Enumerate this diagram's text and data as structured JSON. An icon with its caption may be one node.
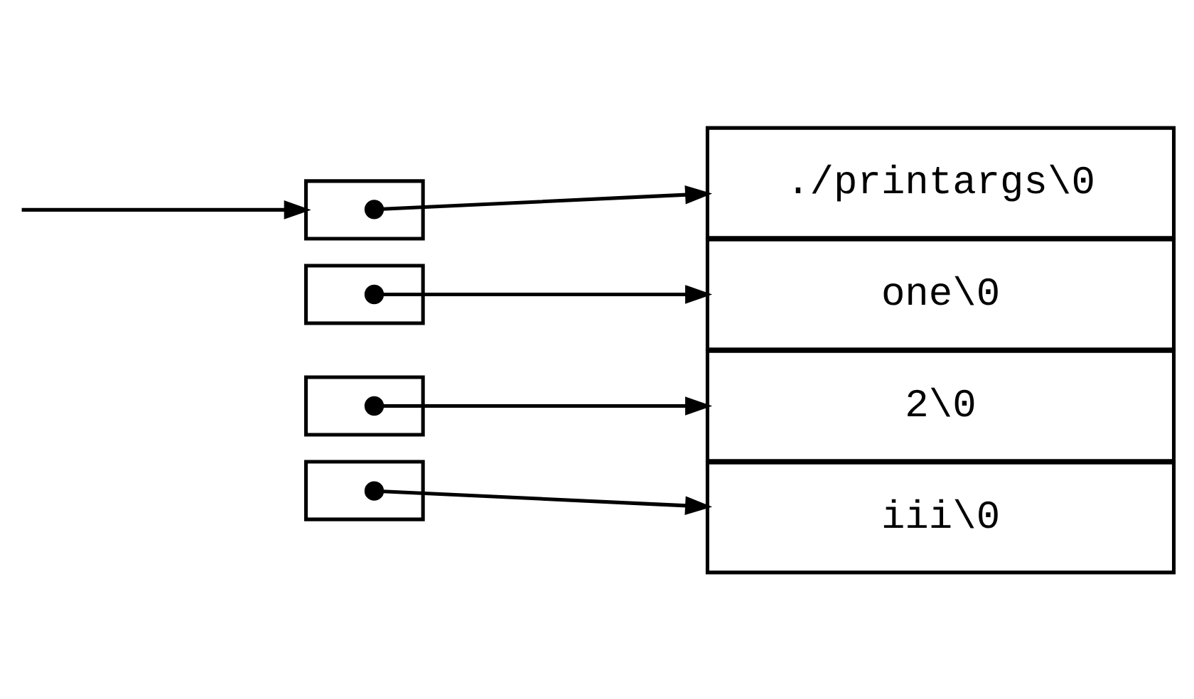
{
  "diagram": {
    "nodes": [
      {
        "text": [],
        "shape": "box"
      },
      {
        "text": [],
        "shape": "box"
      },
      {
        "text": [],
        "shape": "box"
      },
      {
        "text": [],
        "shape": "box"
      },
      {
        "text": [
          "./printargs\\0"
        ]
      },
      {
        "text": [
          "one\\0"
        ]
      },
      {
        "text": [
          "2\\0"
        ]
      },
      {
        "text": [
          "iii\\0"
        ]
      }
    ],
    "edges": [
      {
        "from": null,
        "to": 0,
        "arrow": "to"
      },
      {
        "from": 0,
        "to": 4,
        "arrow": "to"
      },
      {
        "from": 1,
        "to": 5,
        "arrow": "to"
      },
      {
        "from": 2,
        "to": 6,
        "arrow": "to"
      },
      {
        "from": 3,
        "to": 7,
        "arrow": "to"
      }
    ]
  }
}
